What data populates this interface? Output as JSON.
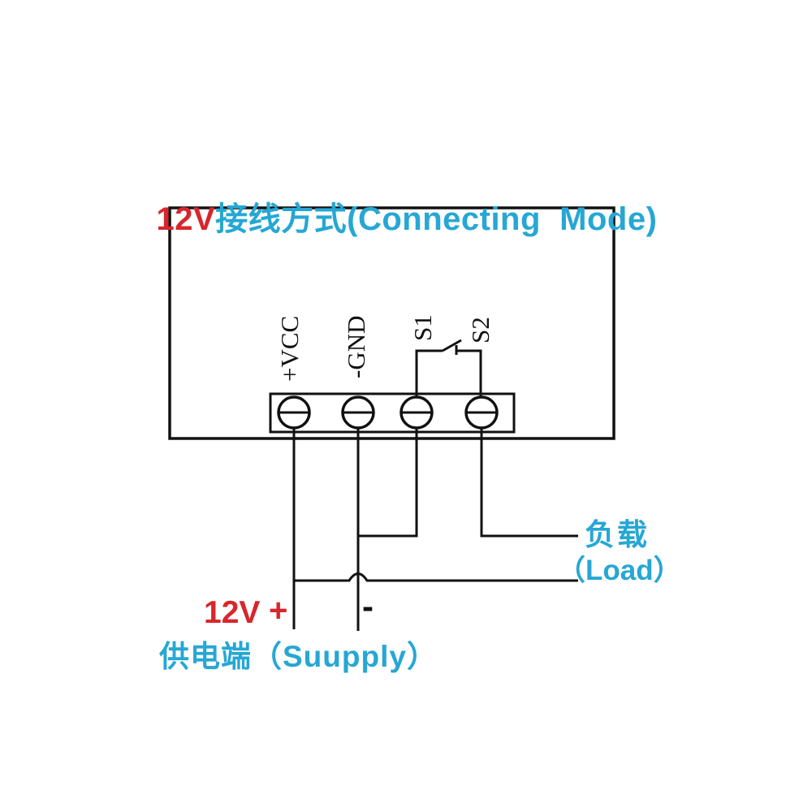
{
  "title": {
    "voltage": "12V",
    "rest": "接线方式(Connecting  Mode)"
  },
  "device": {
    "terminals": [
      {
        "label": "+VCC"
      },
      {
        "label": "-GND"
      },
      {
        "label": "S1"
      },
      {
        "label": "S2"
      }
    ]
  },
  "load": {
    "line1": "负载",
    "line2": "（Load）"
  },
  "supply": {
    "voltage": "12V",
    "plus": "+",
    "minus": "-",
    "label": "供电端（Suupply）"
  },
  "colors": {
    "accent_red": "#d7262c",
    "accent_cyan": "#26a7d4",
    "line_black": "#111111",
    "background": "#ffffff"
  }
}
